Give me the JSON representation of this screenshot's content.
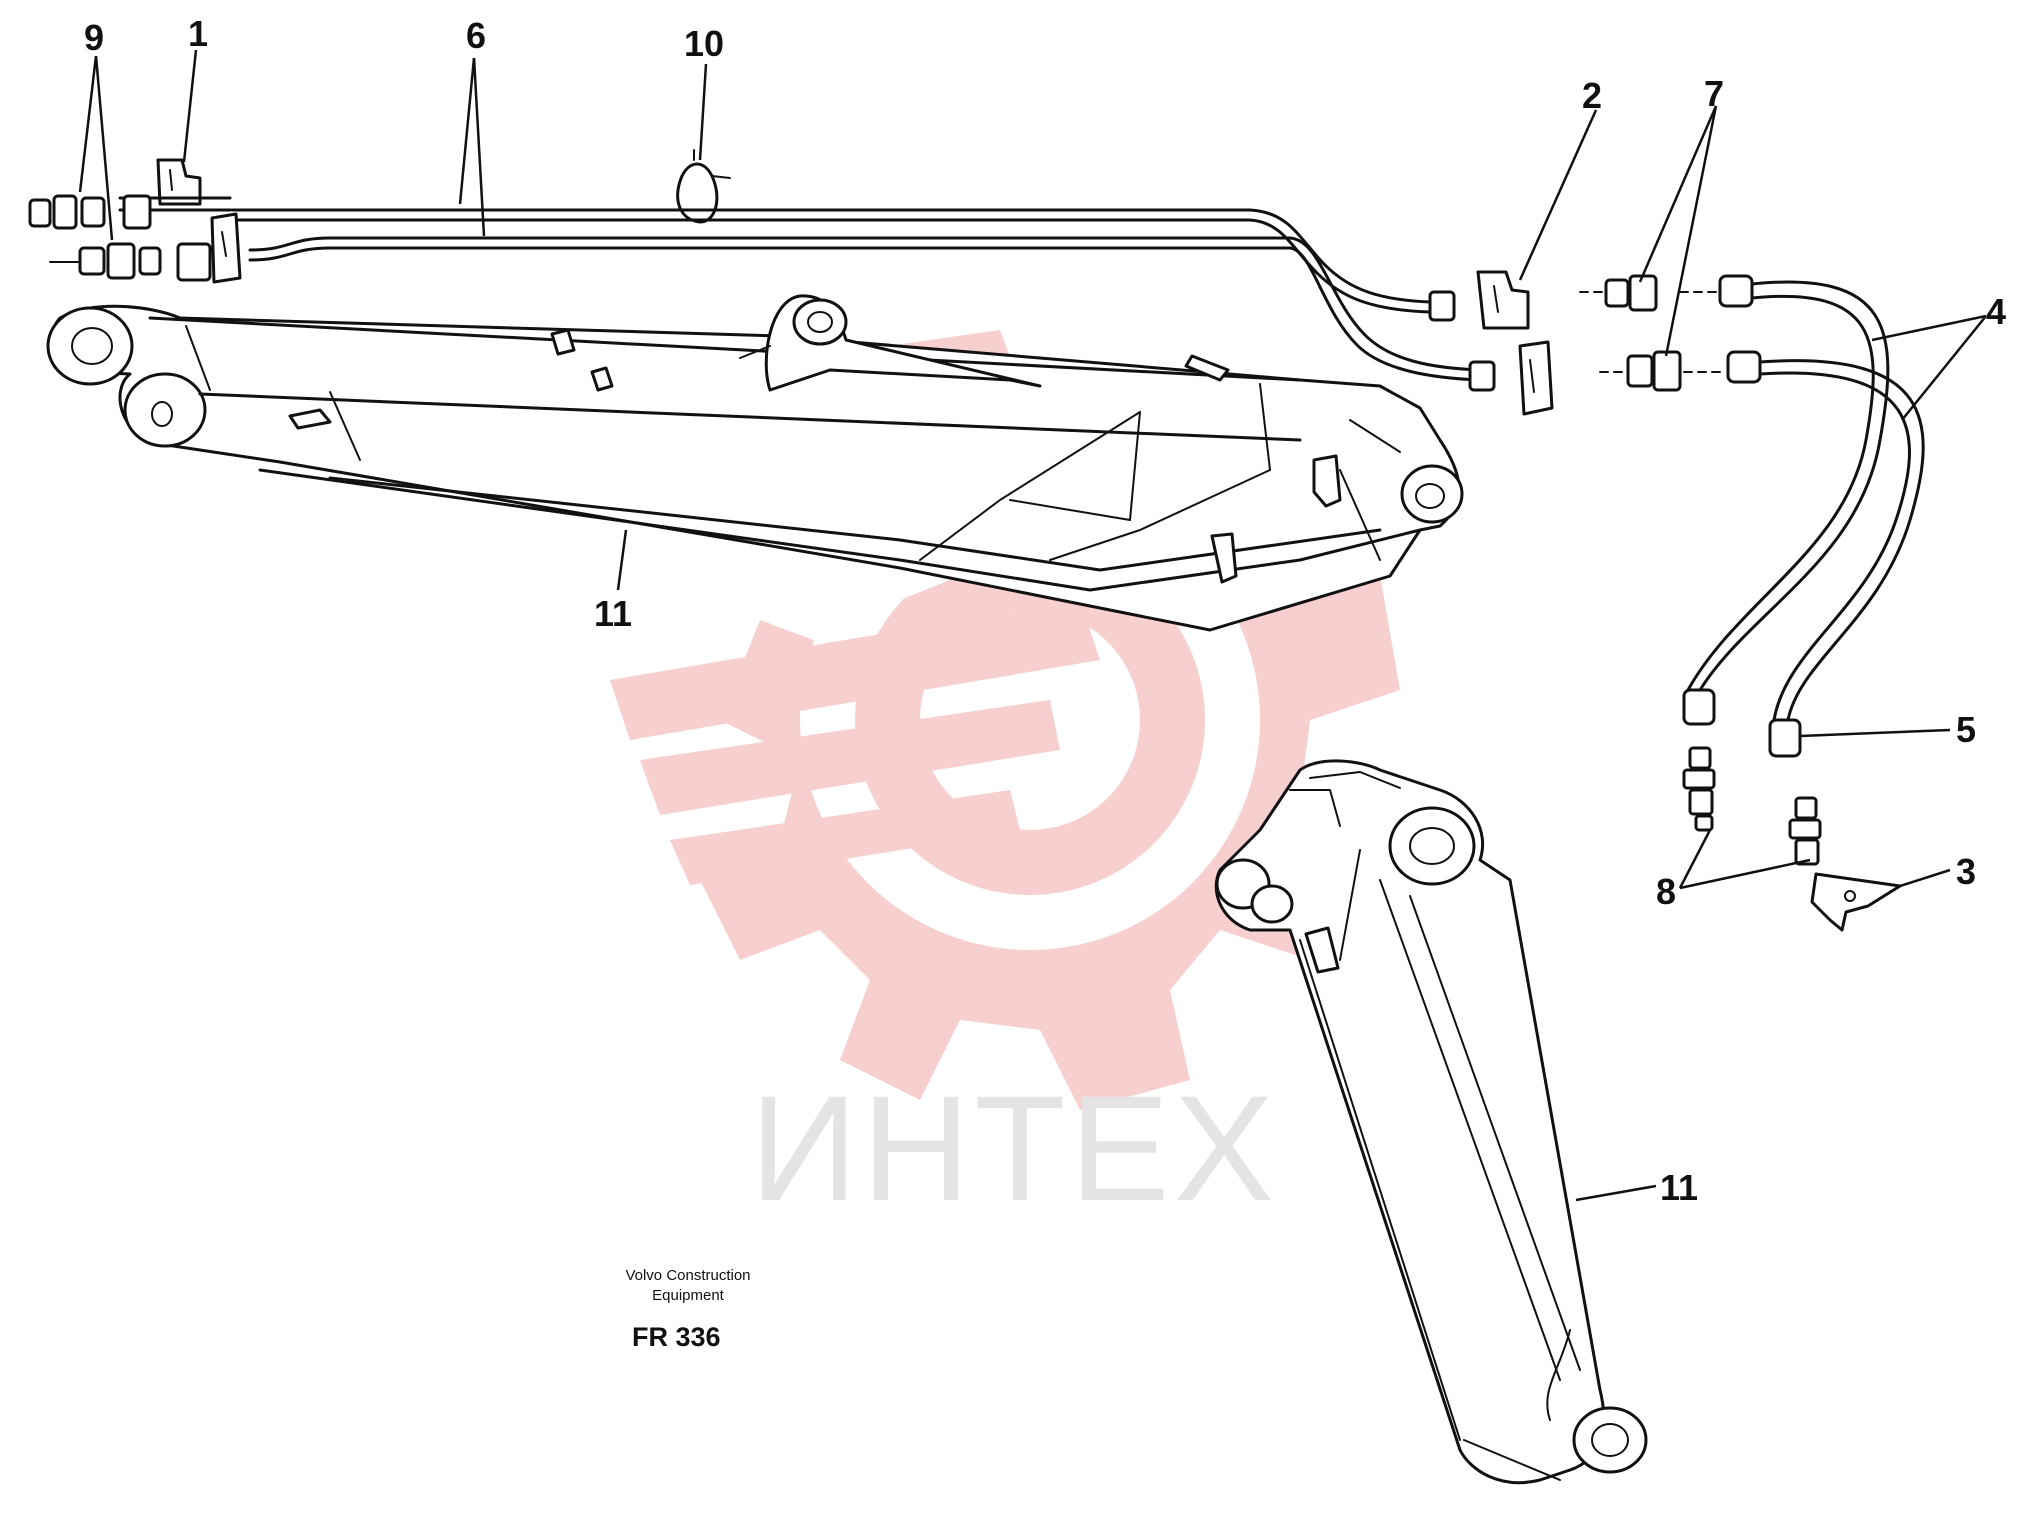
{
  "callouts": [
    {
      "id": "c9",
      "label": "9"
    },
    {
      "id": "c1",
      "label": "1"
    },
    {
      "id": "c6",
      "label": "6"
    },
    {
      "id": "c10",
      "label": "10"
    },
    {
      "id": "c2",
      "label": "2"
    },
    {
      "id": "c7",
      "label": "7"
    },
    {
      "id": "c4",
      "label": "4"
    },
    {
      "id": "c5",
      "label": "5"
    },
    {
      "id": "c3",
      "label": "3"
    },
    {
      "id": "c8",
      "label": "8"
    },
    {
      "id": "c11a",
      "label": "11"
    },
    {
      "id": "c11b",
      "label": "11"
    }
  ],
  "caption": {
    "line1": "Volvo Construction",
    "line2": "Equipment",
    "code": "FR 336"
  },
  "watermark": {
    "text": "ИНТЕХ",
    "emblem": "gear-emblem-icon",
    "color": "#f4c4c4"
  }
}
